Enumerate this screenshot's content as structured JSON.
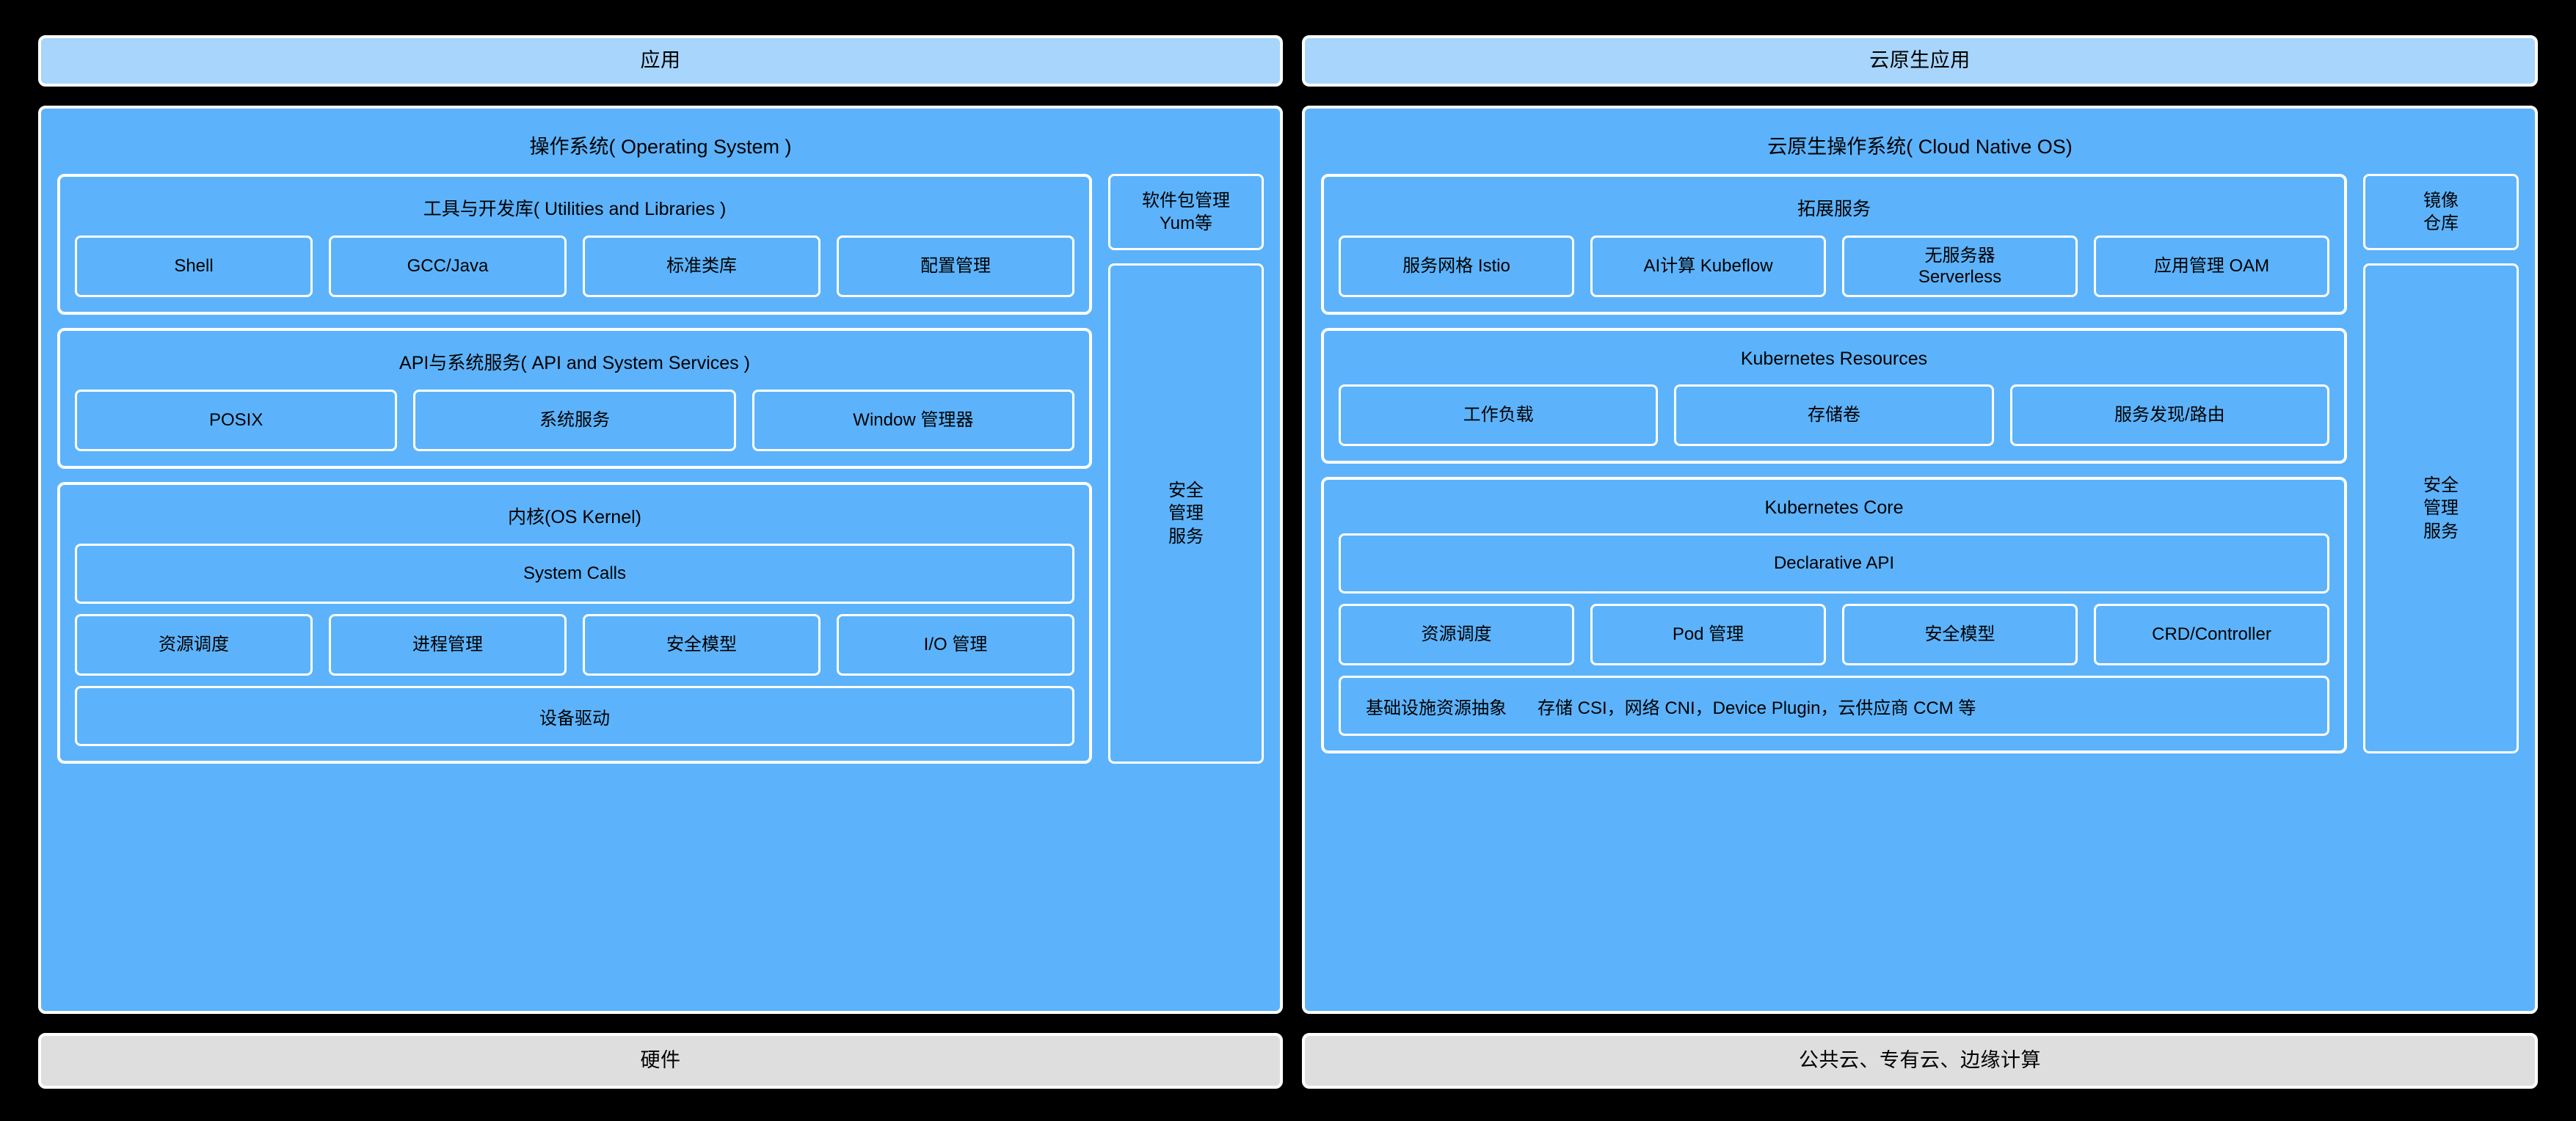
{
  "colors": {
    "background": "#000000",
    "application_band": "#A7D5FB",
    "os_band": "#5CB3FB",
    "hardware_band": "#DEDEDE",
    "outline": "#FFFFFF",
    "text": "#000000"
  },
  "left_column": {
    "application_band": {
      "title": "应用"
    },
    "os": {
      "title": "操作系统( Operating System )",
      "groups": [
        {
          "title": "工具与开发库( Utilities and Libraries )",
          "chips": [
            "Shell",
            "GCC/Java",
            "标准类库",
            "配置管理"
          ]
        },
        {
          "title": "API与系统服务( API and System Services )",
          "chips": [
            "POSIX",
            "系统服务",
            "Window 管理器"
          ]
        },
        {
          "title": "内核(OS Kernel)",
          "bar_top": "System Calls",
          "chips": [
            "资源调度",
            "进程管理",
            "安全模型",
            "I/O 管理"
          ],
          "bar_bottom": "设备驱动"
        }
      ],
      "side": [
        {
          "label": "软件包管理\nYum等"
        },
        {
          "label": "安全\n管理\n服务"
        }
      ]
    },
    "hardware_band": {
      "title": "硬件"
    }
  },
  "right_column": {
    "application_band": {
      "title": "云原生应用"
    },
    "os": {
      "title": "云原生操作系统( Cloud Native OS)",
      "groups": [
        {
          "title": "拓展服务",
          "chips": [
            "服务网格 Istio",
            "AI计算 Kubeflow",
            "无服务器\nServerless",
            "应用管理 OAM"
          ]
        },
        {
          "title": "Kubernetes Resources",
          "chips": [
            "工作负载",
            "存储卷",
            "服务发现/路由"
          ]
        },
        {
          "title": "Kubernetes Core",
          "bar_top": "Declarative API",
          "chips": [
            "资源调度",
            "Pod 管理",
            "安全模型",
            "CRD/Controller"
          ],
          "bar_bottom_segments": [
            "基础设施资源抽象",
            "存储 CSI，网络 CNI，Device Plugin，云供应商 CCM 等"
          ]
        }
      ],
      "side": [
        {
          "label": "镜像\n仓库"
        },
        {
          "label": "安全\n管理\n服务"
        }
      ]
    },
    "hardware_band": {
      "title": "公共云、专有云、边缘计算"
    }
  }
}
